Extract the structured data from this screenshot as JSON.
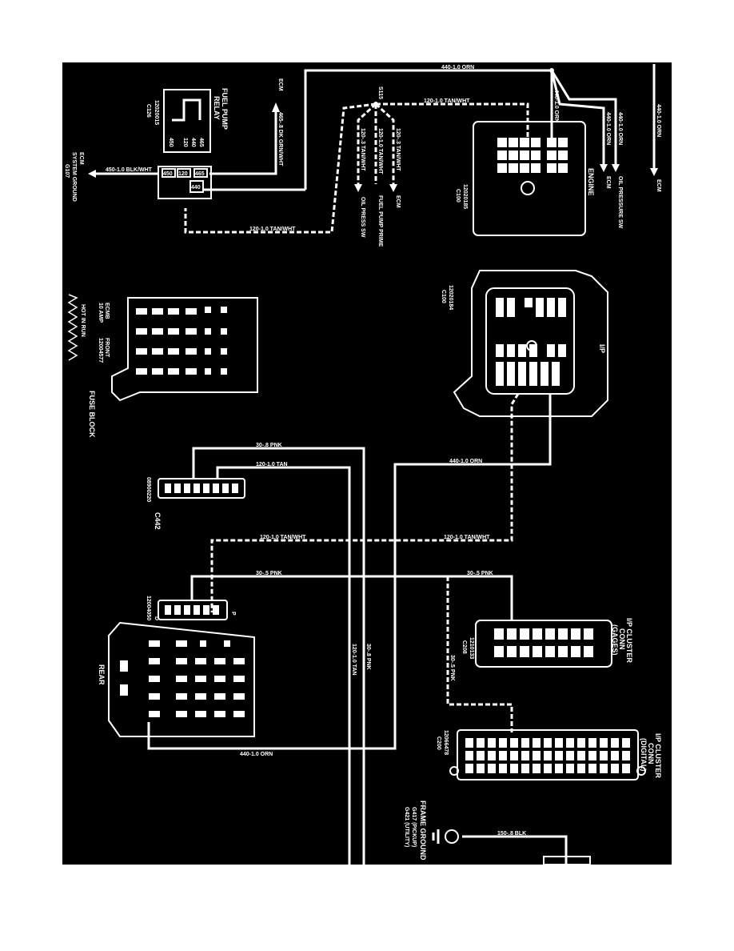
{
  "colors": {
    "background": "#000000",
    "ink": "#ffffff",
    "page": "#ffffff"
  },
  "wires": {
    "w440_top": "440-1.0 ORN",
    "w120_tan_wht_a": "120-1.0 TAN/WHT",
    "w120_tan_wht_b": "120-1.0 TAN/WHT",
    "w120_tan_wht_c": "120-1.0 TAN/WHT",
    "w120_tan_wht_d": "120-1.0 TAN/WHT",
    "w120_3_tan_wht_a": "120-.3 TAN/WHT",
    "w120_3_tan_wht_b": "120-.3 TAN/WHT",
    "w465": "465-.8 DK GRN/WHT",
    "w450_blk_wht": "450-1.0 BLK/WHT",
    "w440_orn_v1": "440-1.0 ORN",
    "w440_orn_v2": "440-1.0 ORN",
    "w440_orn_v3": "440-1.0 ORN",
    "w440_orn_v4": "440-1.0 ORN",
    "w440_orn_mid": "440-1.0 ORN",
    "w440_orn_bottom": "440-1.0 ORN",
    "w30_8_pnk": "30-.8 PNK",
    "w30_8_pnk_v": "30-.8 PNK",
    "w120_tan": "120-1.0 TAN",
    "w120_tan_v": "120-1.0 TAN",
    "w30_5_pnk_a": "30-.5 PNK",
    "w30_5_pnk_b": "30-.5 PNK",
    "w30_5_pnk_v": "30-.5 PNK",
    "w120_tan_wht_e": "120-1.0 TAN/WHT",
    "w150_blk": "150-.8 BLK"
  },
  "labels": {
    "ecm_a": "ECM",
    "ecm_b": "ECM",
    "ecm_c": "ECM",
    "ecm_d": "ECM",
    "oil_press_sw_a": "OIL PRESS SW",
    "oil_press_sw_b": "OIL PRESSURE SW",
    "fuel_pump_prime": "FUEL PUMP PRIME",
    "s115": "S115",
    "fuel_pump_relay_1": "FUEL PUMP",
    "fuel_pump_relay_2": "RELAY",
    "c126_part": "12020015",
    "c126": "C126",
    "ecm_system_ground_1": "ECM",
    "ecm_system_ground_2": "SYSTEM GROUND",
    "g107": "G107",
    "engine": "ENGINE",
    "c100_part": "12020185",
    "c100": "C100",
    "ip": "I/P",
    "c100b_part": "12020184",
    "c100b": "C100",
    "fuse_block": "FUSE BLOCK",
    "ecmb_1": "ECMB",
    "ecmb_2": "10 AMP",
    "front_1": "FRONT",
    "front_2": "12004577",
    "hot_run": "HOT IN RUN",
    "c442_part": "08900220",
    "c442": "C442",
    "c_rear_part": "12004050",
    "pin_d": "D",
    "pin_p": "P",
    "rear": "REAR",
    "ip_cluster_gages_1": "I/P CLUSTER",
    "ip_cluster_gages_2": "CONN",
    "ip_cluster_gages_3": "(GAGES)",
    "c208_part": "1210133",
    "c208": "C208",
    "ip_cluster_digital_1": "I/P CLUSTER",
    "ip_cluster_digital_2": "CONN",
    "ip_cluster_digital_3": "(DIGITAL)",
    "c200_part": "12066478",
    "c200": "C200",
    "frame_ground": "FRAME GROUND",
    "g417": "G417 (PICKUP)",
    "g421": "G421 (UTILITY)",
    "relay_pins": [
      "450",
      "120",
      "440",
      "465"
    ],
    "relay_conn_pins": [
      "450",
      "120",
      "465",
      "440"
    ]
  }
}
